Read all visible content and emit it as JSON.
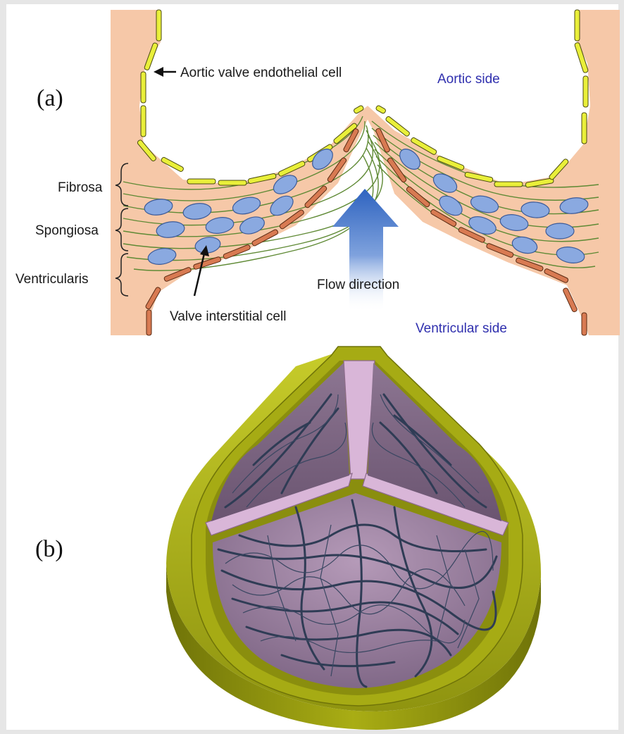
{
  "panel_a": {
    "label": "(a)",
    "labels": {
      "endothelial": "Aortic valve endothelial cell",
      "aortic_side": "Aortic side",
      "fibrosa": "Fibrosa",
      "spongiosa": "Spongiosa",
      "ventricularis": "Ventricularis",
      "interstitial": "Valve interstitial cell",
      "flow": "Flow direction",
      "ventricular_side": "Ventricular side"
    }
  },
  "panel_b": {
    "label": "(b)"
  },
  "colors": {
    "tissue": "#f6c8a8",
    "endothelial_cell": "#e9ef3a",
    "ventricular_cell": "#d87a52",
    "interstitial_cell": "#8aa9e0",
    "fiber": "#5f8a35",
    "flow_arrow": "#3a6dc4",
    "side_text": "#2f2fae",
    "sinus_olive": "#a3a812",
    "leaflet_pink": "#d9b6d8",
    "network": "#2f3c55"
  }
}
